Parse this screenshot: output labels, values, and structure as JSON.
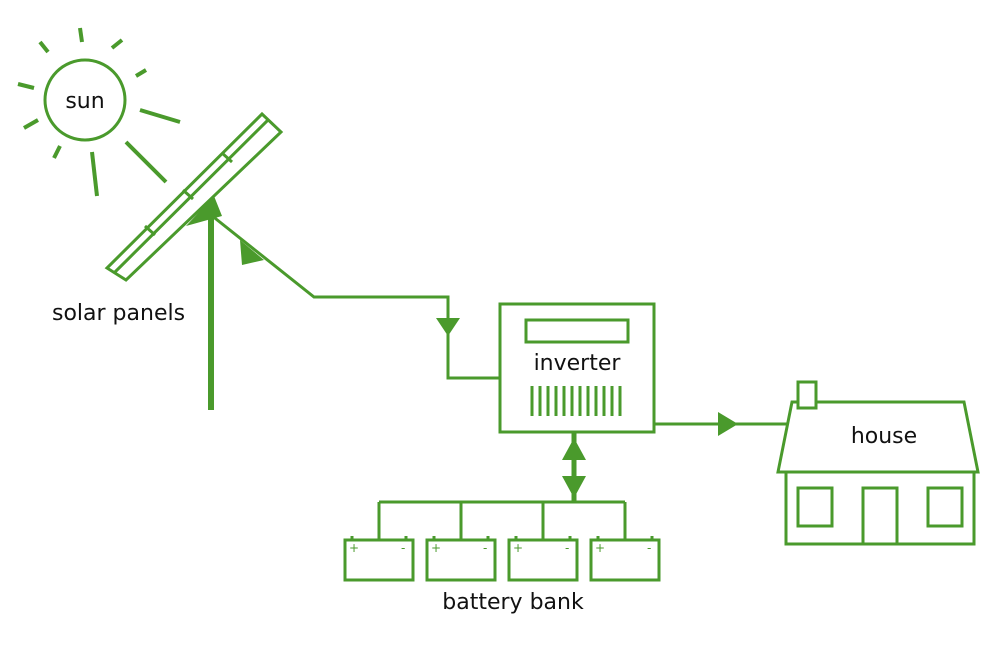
{
  "labels": {
    "sun": "sun",
    "solar_panels": "solar panels",
    "inverter": "inverter",
    "house": "house",
    "battery_bank": "battery bank"
  },
  "battery_terminals": {
    "positive": "+",
    "negative": "-"
  },
  "battery_count": 4,
  "colors": {
    "stroke": "#4a9a2c",
    "text": "#111111",
    "background": "#ffffff"
  }
}
